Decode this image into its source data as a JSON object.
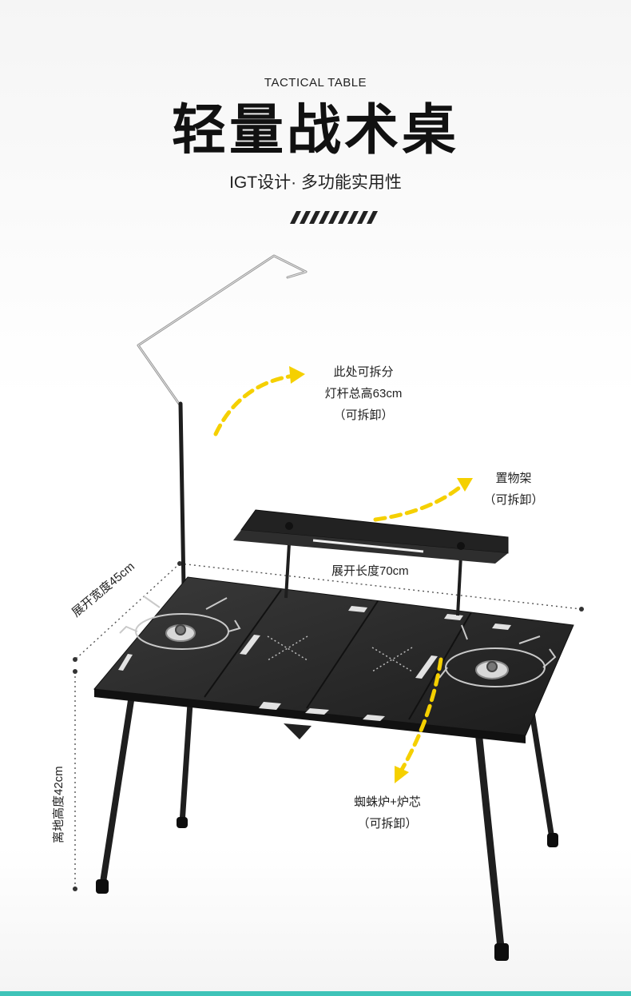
{
  "header": {
    "eyebrow": "TACTICAL TABLE",
    "title": "轻量战术桌",
    "subtitle": "IGT设计· 多功能实用性"
  },
  "callouts": {
    "pole": {
      "line1": "此处可拆分",
      "line2": "灯杆总高63cm",
      "line3": "（可拆卸）"
    },
    "rack": {
      "line1": "置物架",
      "line2": "（可拆卸）"
    },
    "stove": {
      "line1": "蜘蛛炉+炉芯",
      "line2": "（可拆卸）"
    }
  },
  "dimensions": {
    "length": "展开长度70cm",
    "width": "展开宽度45cm",
    "height": "离地高度42cm"
  },
  "colors": {
    "accent": "#f5d000",
    "table": "#2a2a2a",
    "footer_bar": "#3fc3b8"
  }
}
